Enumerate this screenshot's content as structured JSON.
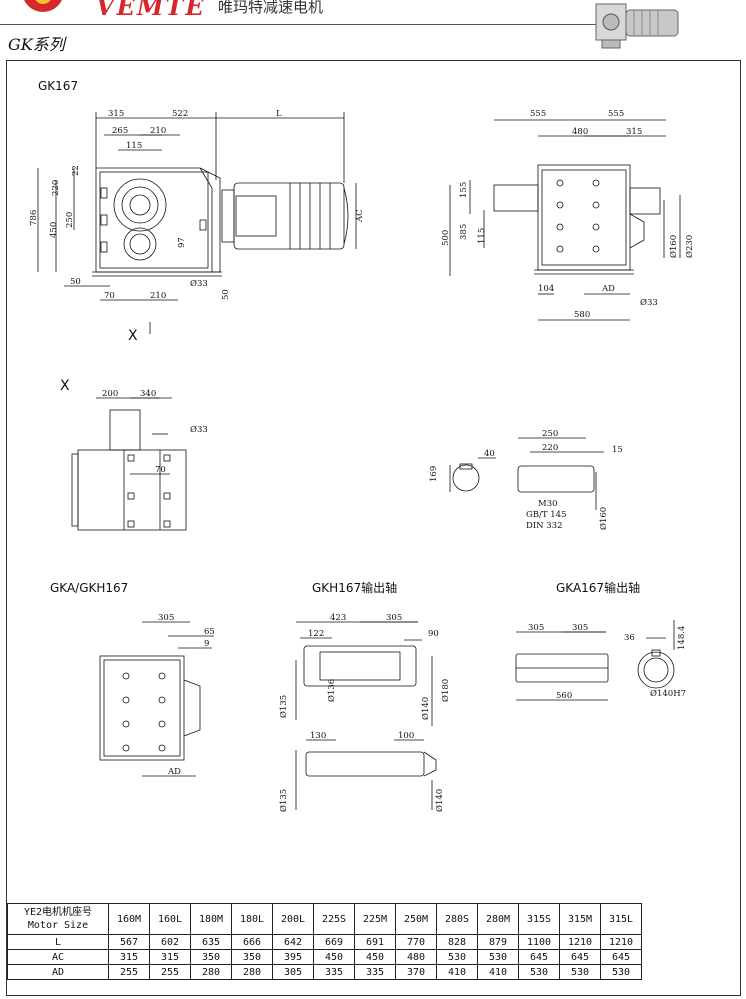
{
  "header": {
    "brand": "VEMTE",
    "brand_cn": "唯玛特减速电机",
    "series": "GK系列"
  },
  "drawing": {
    "title_main": "GK167",
    "view_x_label": "X",
    "view_x_marker": "X",
    "title_gka": "GKA/GKH167",
    "title_gkh_shaft": "GKH167输出轴",
    "title_gka_shaft": "GKA167输出轴",
    "main_view": {
      "d315": "315",
      "d522": "522",
      "dL": "L",
      "d265": "265",
      "d210a": "210",
      "d115": "115",
      "d220": "220",
      "d22": "22",
      "d786": "786",
      "d450": "450",
      "d250": "250",
      "d97": "97",
      "dAC": "AC",
      "d50a": "50",
      "d70": "70",
      "d210b": "210",
      "d33": "Ø33",
      "d50b": "50"
    },
    "side_view": {
      "d555a": "555",
      "d555b": "555",
      "d480": "480",
      "d315": "315",
      "d155": "155",
      "d385": "385",
      "d500": "500",
      "d115": "115",
      "d160": "Ø160",
      "d230": "Ø230",
      "d104": "104",
      "dAD": "AD",
      "d33": "Ø33",
      "d580": "580"
    },
    "x_view": {
      "d200": "200",
      "d340": "340",
      "d33": "Ø33",
      "d70": "70"
    },
    "shaft_detail": {
      "d169": "169",
      "d40": "40",
      "d250": "250",
      "d220": "220",
      "d15": "15",
      "d160": "Ø160",
      "thread1": "M30",
      "thread2": "GB/T 145",
      "thread3": "DIN 332"
    },
    "gka_view": {
      "d305": "305",
      "d65": "65",
      "d9": "9",
      "dAD": "AD"
    },
    "gkh_shaft": {
      "d423": "423",
      "d305": "305",
      "d122": "122",
      "d90": "90",
      "d135": "Ø135",
      "d136": "Ø136",
      "d140": "Ø140",
      "d180": "Ø180",
      "d130": "130",
      "d100": "100",
      "d135b": "Ø135",
      "d140b": "Ø140"
    },
    "gka_shaft": {
      "d305a": "305",
      "d305b": "305",
      "d36": "36",
      "d1484": "148.4",
      "d560": "560",
      "d140": "Ø140H7"
    }
  },
  "table": {
    "corner_line1": "YE2电机机座号",
    "corner_line2": "Motor Size",
    "sizes": [
      "160M",
      "160L",
      "180M",
      "180L",
      "200L",
      "225S",
      "225M",
      "250M",
      "280S",
      "280M",
      "315S",
      "315M",
      "315L"
    ],
    "rows": [
      {
        "label": "L",
        "values": [
          "567",
          "602",
          "635",
          "666",
          "642",
          "669",
          "691",
          "770",
          "828",
          "879",
          "1100",
          "1210",
          "1210"
        ]
      },
      {
        "label": "AC",
        "values": [
          "315",
          "315",
          "350",
          "350",
          "395",
          "450",
          "450",
          "480",
          "530",
          "530",
          "645",
          "645",
          "645"
        ]
      },
      {
        "label": "AD",
        "values": [
          "255",
          "255",
          "280",
          "280",
          "305",
          "335",
          "335",
          "370",
          "410",
          "410",
          "530",
          "530",
          "530"
        ]
      }
    ]
  }
}
